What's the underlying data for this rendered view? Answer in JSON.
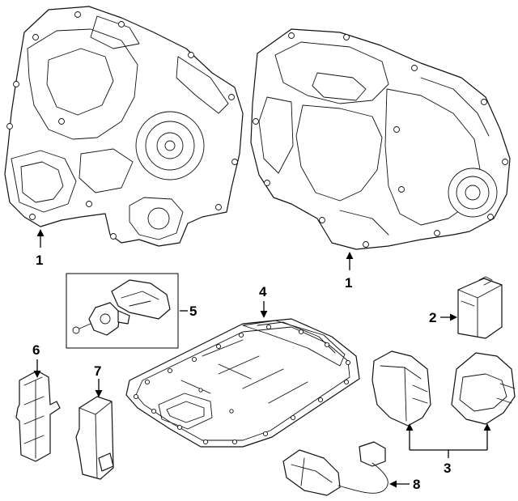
{
  "callouts": {
    "c1_left": "1",
    "c1_right": "1",
    "c2": "2",
    "c3": "3",
    "c4": "4",
    "c5": "5",
    "c6": "6",
    "c7": "7",
    "c8": "8"
  }
}
